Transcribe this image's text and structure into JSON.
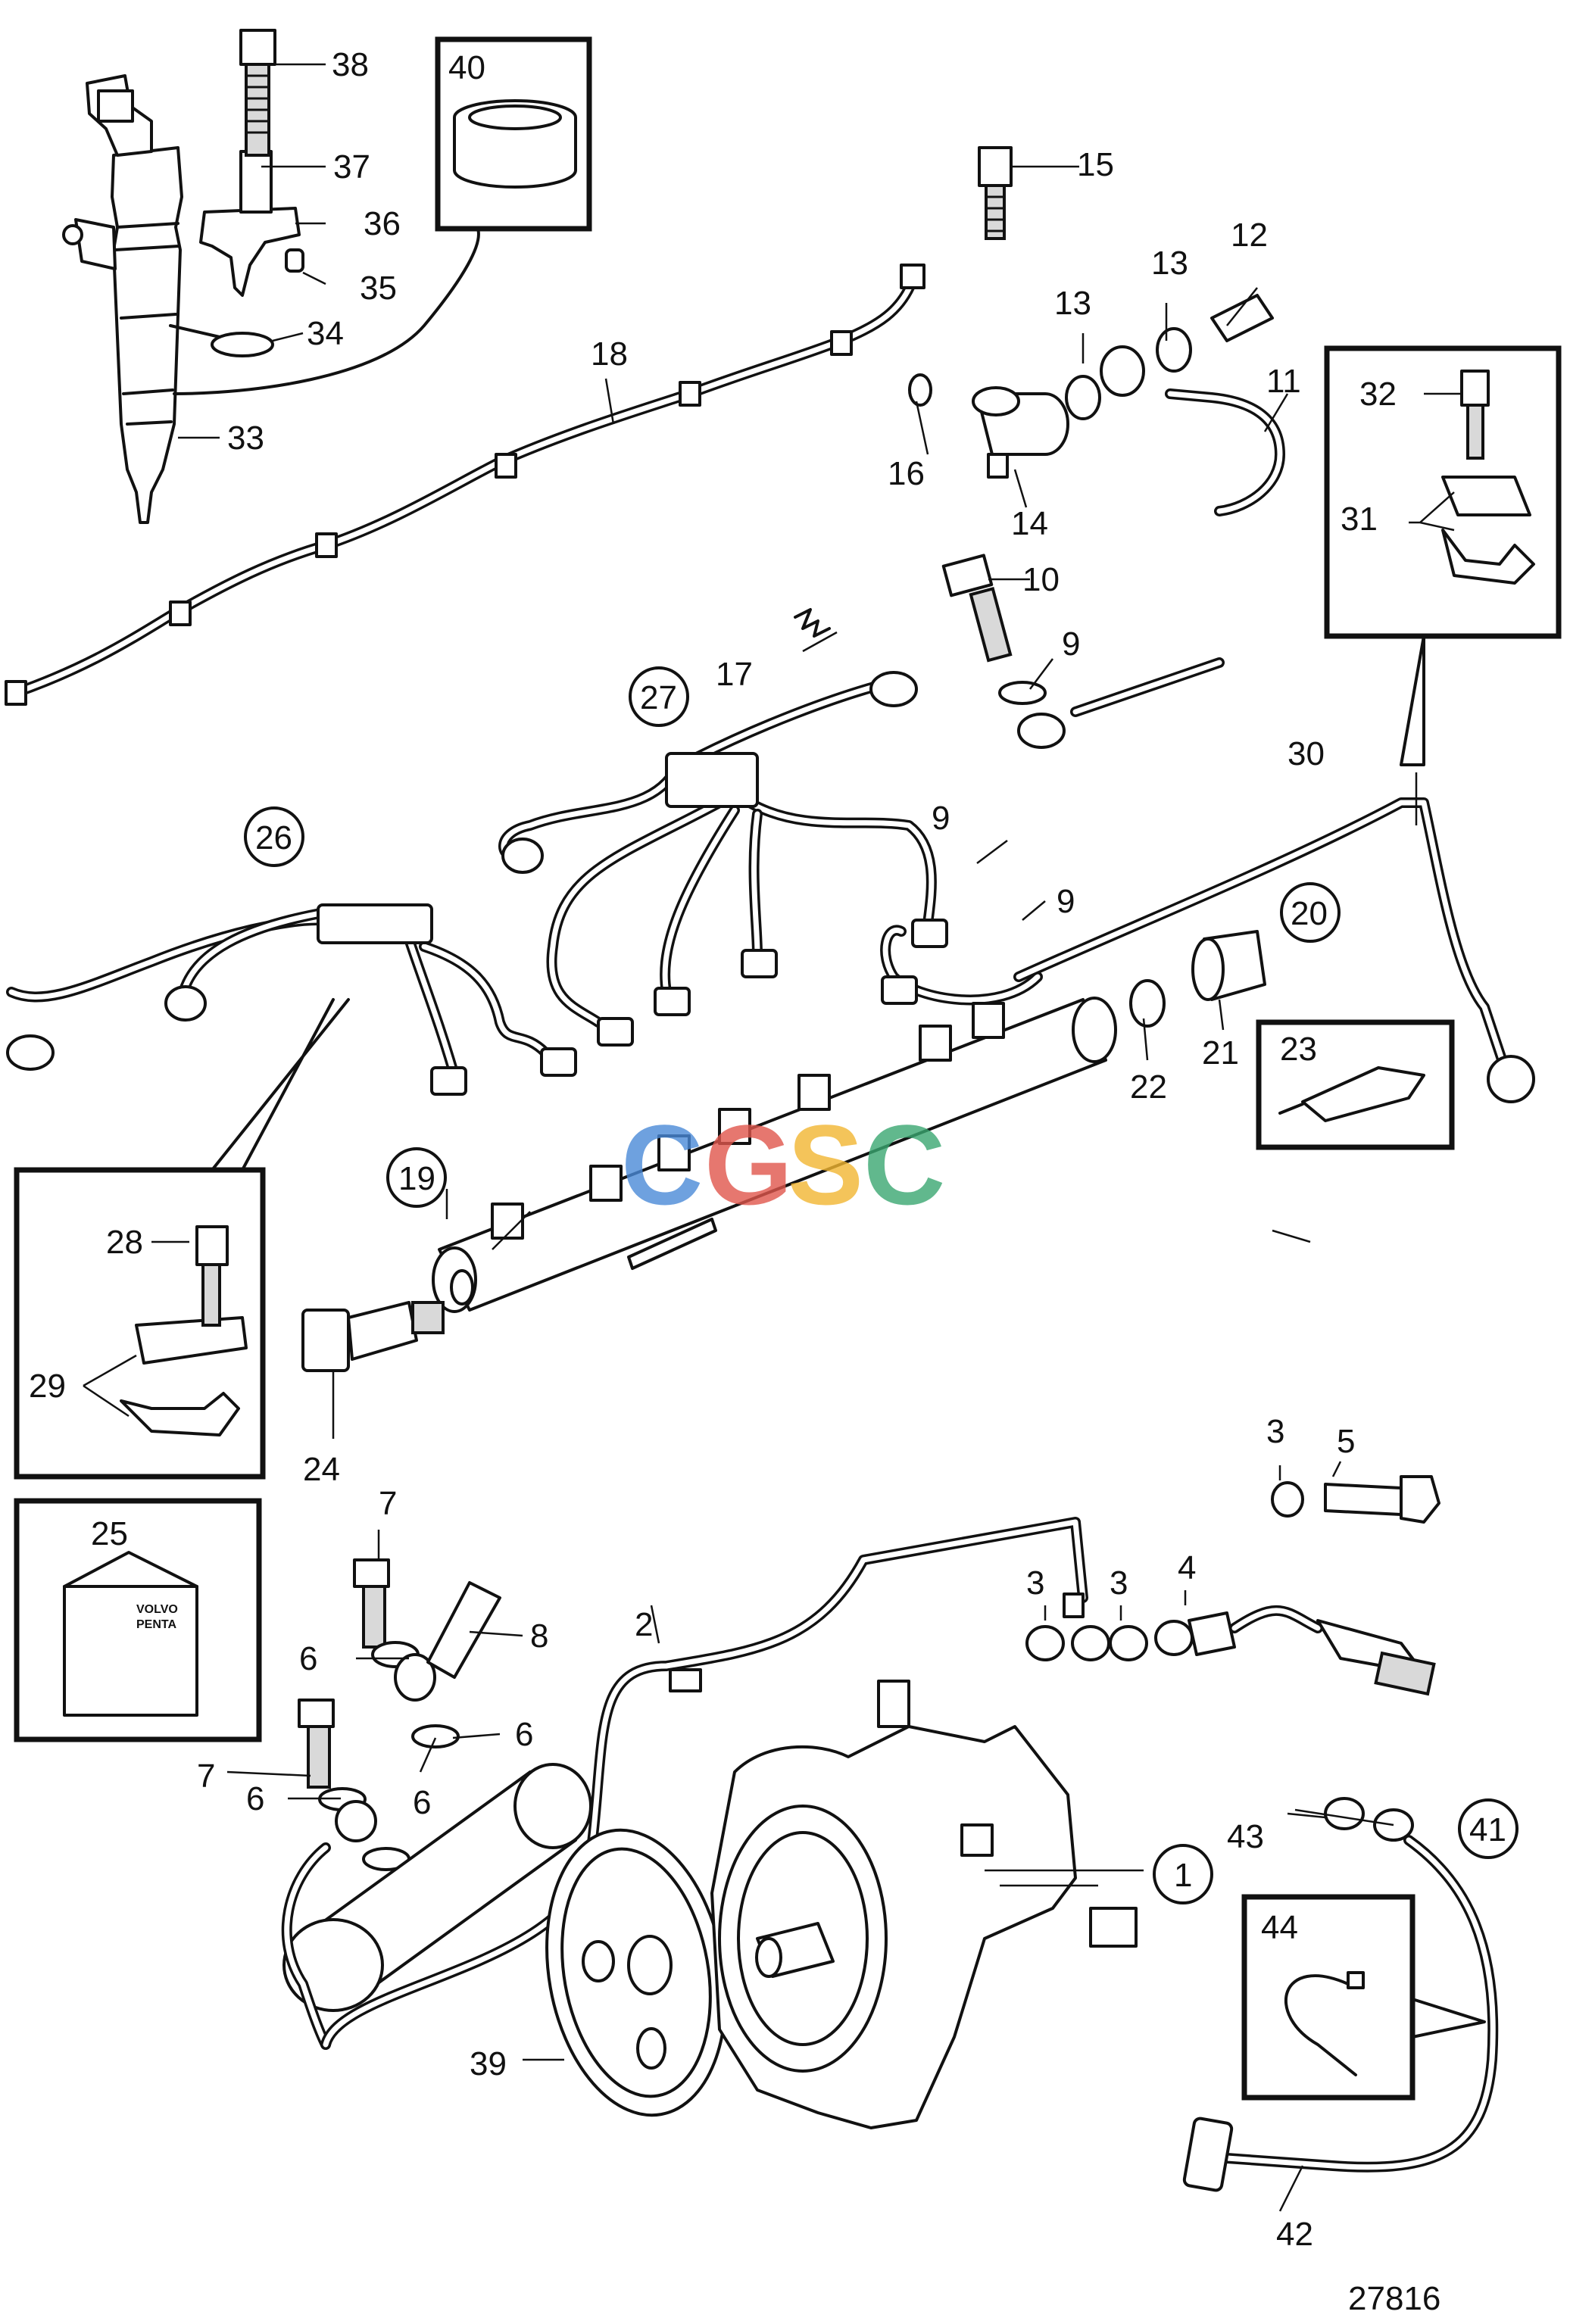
{
  "diagram_number": "27816",
  "watermark": {
    "letters": [
      "C",
      "G",
      "S",
      "C"
    ],
    "colors": [
      "#4a8ad8",
      "#e0564c",
      "#f2b631",
      "#3aa771"
    ]
  },
  "logo_text": [
    "VOLVO",
    "PENTA"
  ],
  "callouts": {
    "p1": "1",
    "p2": "2",
    "p3a": "3",
    "p3b": "3",
    "p3c": "3",
    "p4": "4",
    "p5": "5",
    "p6a": "6",
    "p6b": "6",
    "p6c": "6",
    "p6d": "6",
    "p7a": "7",
    "p7b": "7",
    "p8": "8",
    "p9a": "9",
    "p9b": "9",
    "p9c": "9",
    "p10": "10",
    "p11": "11",
    "p12": "12",
    "p13a": "13",
    "p13b": "13",
    "p14": "14",
    "p15": "15",
    "p16": "16",
    "p17": "17",
    "p18": "18",
    "p19": "19",
    "p20": "20",
    "p21": "21",
    "p22": "22",
    "p23": "23",
    "p24": "24",
    "p25": "25",
    "p26": "26",
    "p27": "27",
    "p28": "28",
    "p29": "29",
    "p30": "30",
    "p31": "31",
    "p32": "32",
    "p33": "33",
    "p34": "34",
    "p35": "35",
    "p36": "36",
    "p37": "37",
    "p38": "38",
    "p39": "39",
    "p40": "40",
    "p41": "41",
    "p42": "42",
    "p43": "43",
    "p44": "44"
  }
}
